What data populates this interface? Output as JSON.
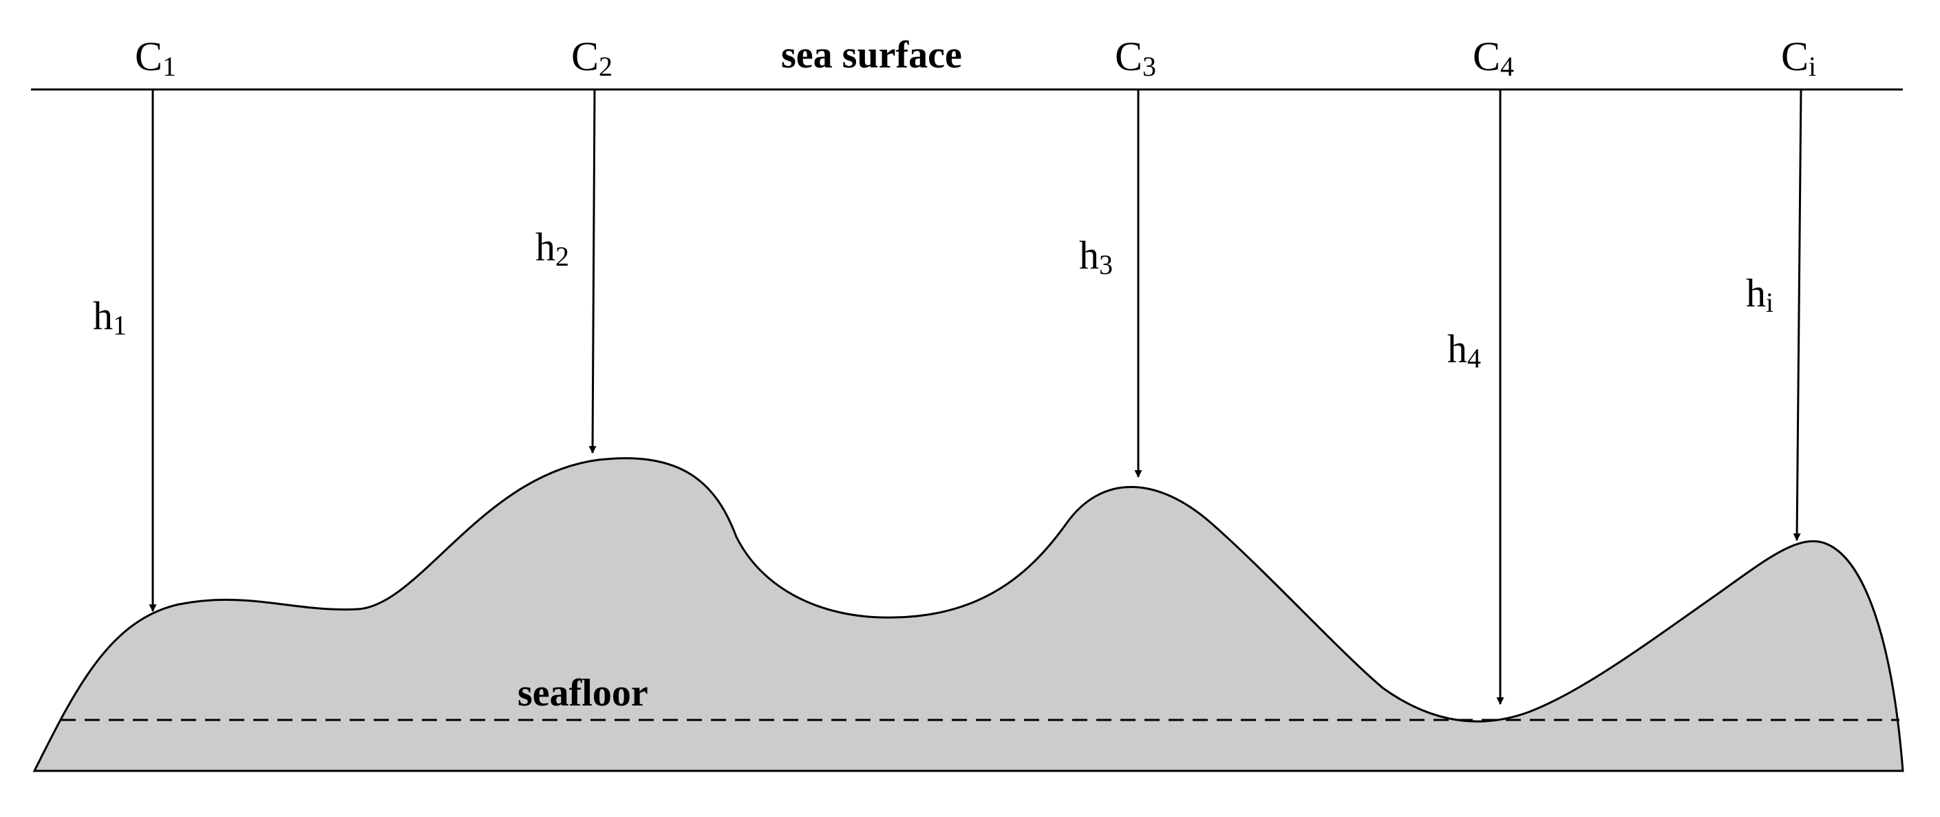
{
  "labels": {
    "sea_surface": "sea surface",
    "seafloor": "seafloor"
  },
  "points": [
    {
      "base": "C",
      "sub": "1"
    },
    {
      "base": "C",
      "sub": "2"
    },
    {
      "base": "C",
      "sub": "3"
    },
    {
      "base": "C",
      "sub": "4"
    },
    {
      "base": "C",
      "sub": "i"
    }
  ],
  "depths": [
    {
      "base": "h",
      "sub": "1"
    },
    {
      "base": "h",
      "sub": "2"
    },
    {
      "base": "h",
      "sub": "3"
    },
    {
      "base": "h",
      "sub": "4"
    },
    {
      "base": "h",
      "sub": "i"
    }
  ],
  "colors": {
    "seafloor_fill": "#cccccc",
    "stroke": "#000000",
    "background": "#ffffff"
  }
}
